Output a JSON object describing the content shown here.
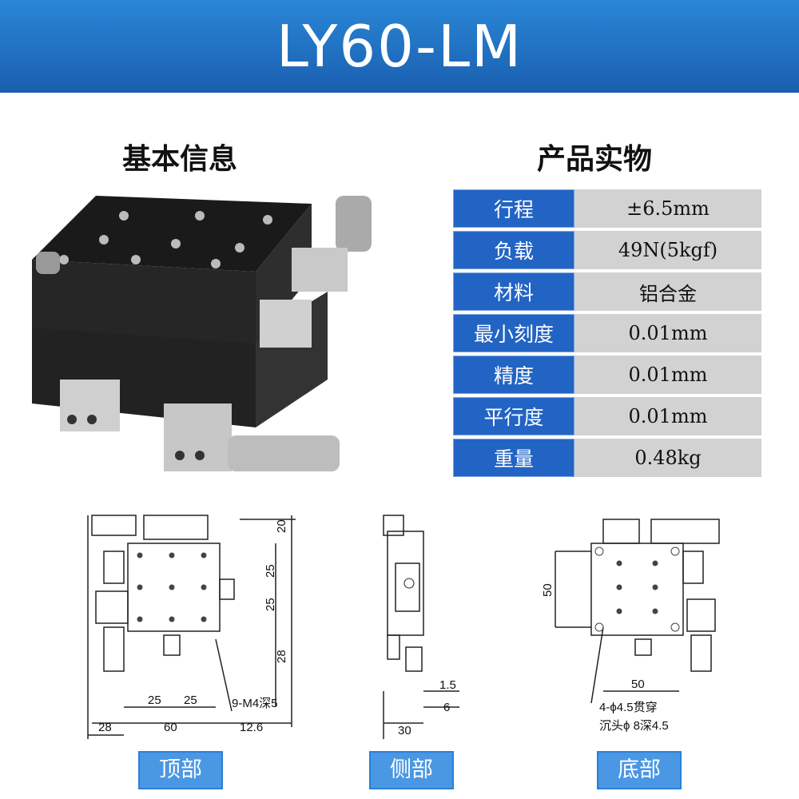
{
  "banner": {
    "title": "LY60-LM"
  },
  "sections": {
    "basic_info": "基本信息",
    "product_photo": "产品实物"
  },
  "specs": [
    {
      "label": "行程",
      "value": "±6.5mm"
    },
    {
      "label": "负载",
      "value": "49N(5kgf)"
    },
    {
      "label": "材料",
      "value": "铝合金"
    },
    {
      "label": "最小刻度",
      "value": "0.01mm"
    },
    {
      "label": "精度",
      "value": "0.01mm"
    },
    {
      "label": "平行度",
      "value": "0.01mm"
    },
    {
      "label": "重量",
      "value": "0.48kg"
    }
  ],
  "drawings": {
    "top": {
      "d20": "20",
      "d25a": "25",
      "d25b": "25",
      "d28v": "28",
      "d25c": "25",
      "d25d": "25",
      "d28h": "28",
      "d60": "60",
      "d12_6": "12.6",
      "note": "9-M4深5"
    },
    "side": {
      "d1_5": "1.5",
      "d6": "6",
      "d30": "30"
    },
    "bottom": {
      "d50v": "50",
      "d50h": "50",
      "note1": "4-ϕ4.5贯穿",
      "note2": "沉头ϕ 8深4.5"
    }
  },
  "view_labels": {
    "top": "顶部",
    "side": "侧部",
    "bottom": "底部"
  },
  "colors": {
    "banner": "#1a5fb0",
    "label_bg": "#2264c4",
    "value_bg": "#d2d2d2"
  }
}
